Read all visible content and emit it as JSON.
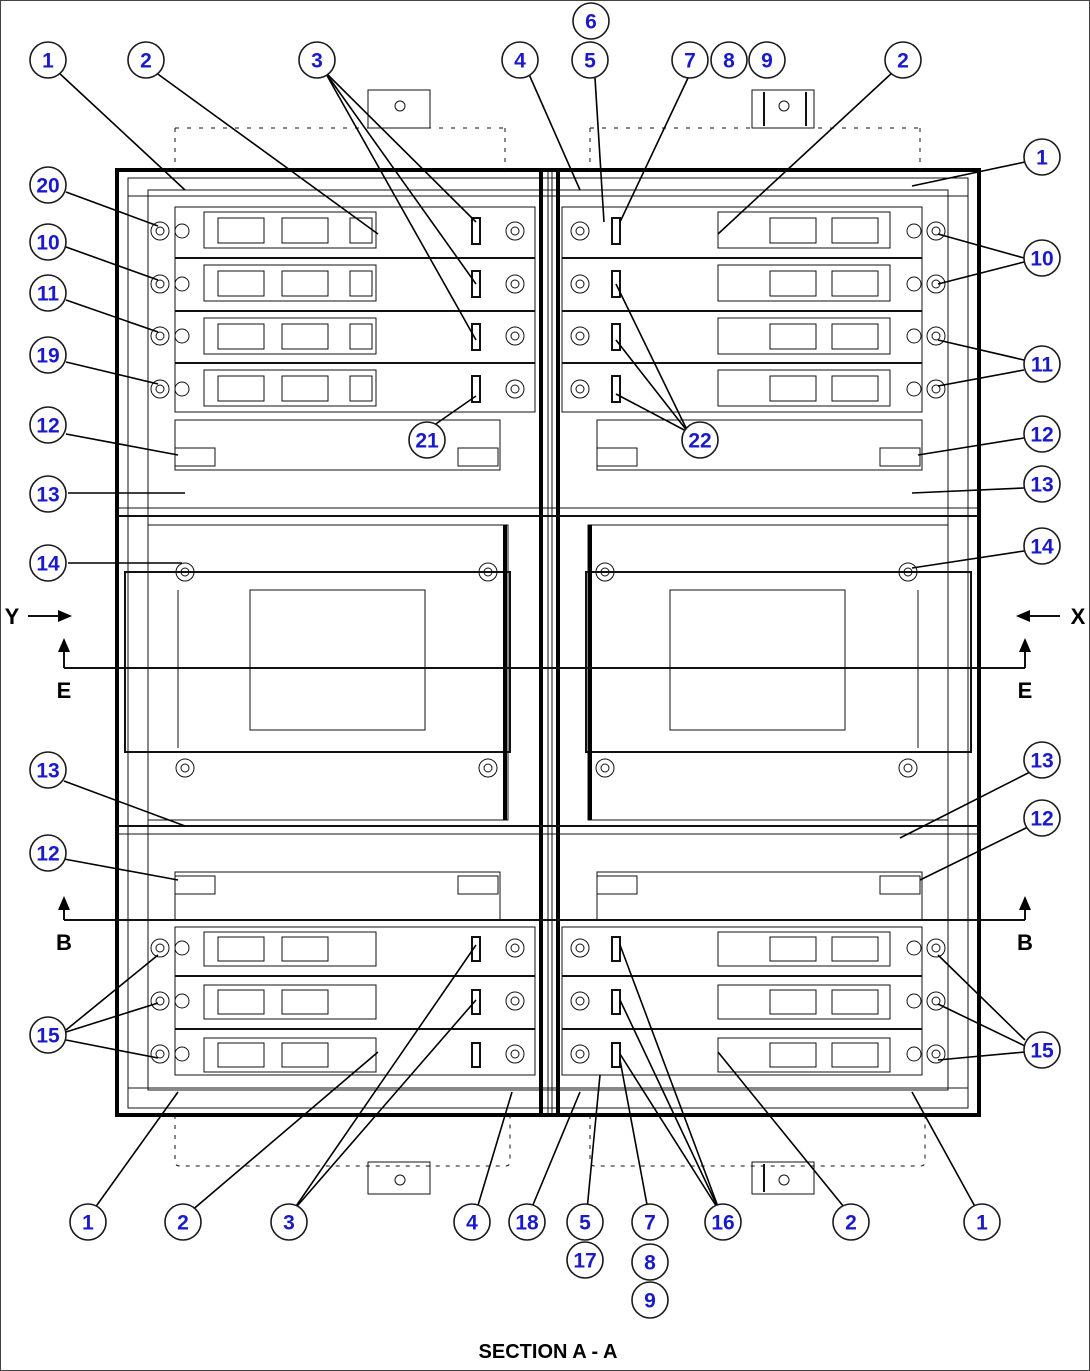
{
  "title": "SECTION A - A",
  "section_markers": {
    "y_arrow": "Y",
    "x_arrow": "X",
    "e_left": "E",
    "e_right": "E",
    "b_left": "B",
    "b_right": "B"
  },
  "callouts": [
    {
      "id": "c-6",
      "label": "6"
    },
    {
      "id": "c-1-tl",
      "label": "1"
    },
    {
      "id": "c-2-tl",
      "label": "2"
    },
    {
      "id": "c-3-t",
      "label": "3"
    },
    {
      "id": "c-4-t",
      "label": "4"
    },
    {
      "id": "c-5-t",
      "label": "5"
    },
    {
      "id": "c-7-t",
      "label": "7"
    },
    {
      "id": "c-8-t",
      "label": "8"
    },
    {
      "id": "c-9-t",
      "label": "9"
    },
    {
      "id": "c-2-tr",
      "label": "2"
    },
    {
      "id": "c-1-tr",
      "label": "1"
    },
    {
      "id": "c-20",
      "label": "20"
    },
    {
      "id": "c-10-l",
      "label": "10"
    },
    {
      "id": "c-10-r",
      "label": "10"
    },
    {
      "id": "c-11-l",
      "label": "11"
    },
    {
      "id": "c-11-r",
      "label": "11"
    },
    {
      "id": "c-19",
      "label": "19"
    },
    {
      "id": "c-21",
      "label": "21"
    },
    {
      "id": "c-22",
      "label": "22"
    },
    {
      "id": "c-12-tl",
      "label": "12"
    },
    {
      "id": "c-12-tr",
      "label": "12"
    },
    {
      "id": "c-13-tl",
      "label": "13"
    },
    {
      "id": "c-13-tr",
      "label": "13"
    },
    {
      "id": "c-14-l",
      "label": "14"
    },
    {
      "id": "c-14-r",
      "label": "14"
    },
    {
      "id": "c-13-bl",
      "label": "13"
    },
    {
      "id": "c-13-br",
      "label": "13"
    },
    {
      "id": "c-12-bl",
      "label": "12"
    },
    {
      "id": "c-12-br",
      "label": "12"
    },
    {
      "id": "c-15-l",
      "label": "15"
    },
    {
      "id": "c-15-r",
      "label": "15"
    },
    {
      "id": "c-1-bl",
      "label": "1"
    },
    {
      "id": "c-2-bl",
      "label": "2"
    },
    {
      "id": "c-3-b",
      "label": "3"
    },
    {
      "id": "c-4-b",
      "label": "4"
    },
    {
      "id": "c-18",
      "label": "18"
    },
    {
      "id": "c-5-b",
      "label": "5"
    },
    {
      "id": "c-7-b",
      "label": "7"
    },
    {
      "id": "c-16",
      "label": "16"
    },
    {
      "id": "c-2-br",
      "label": "2"
    },
    {
      "id": "c-1-br",
      "label": "1"
    },
    {
      "id": "c-17",
      "label": "17"
    },
    {
      "id": "c-8-b",
      "label": "8"
    },
    {
      "id": "c-9-b",
      "label": "9"
    }
  ]
}
